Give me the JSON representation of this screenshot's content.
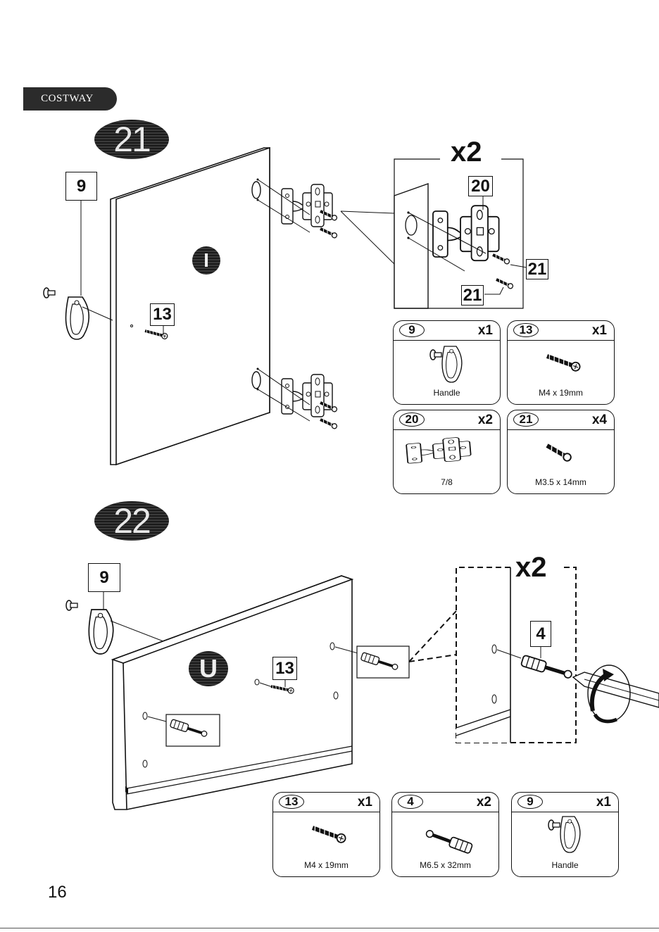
{
  "brand": "COSTWAY",
  "page_number": "16",
  "step21": {
    "number": "21",
    "callouts": {
      "handle": "9",
      "screw": "13",
      "hinge": "20",
      "hinge_screw_a": "21",
      "hinge_screw_b": "21"
    },
    "panel_letter": "I",
    "detail_multiplier": "x2",
    "parts": [
      {
        "num": "9",
        "qty": "x1",
        "name": "Handle"
      },
      {
        "num": "13",
        "qty": "x1",
        "name": "M4 x 19mm"
      },
      {
        "num": "20",
        "qty": "x2",
        "name": "7/8"
      },
      {
        "num": "21",
        "qty": "x4",
        "name": "M3.5 x 14mm"
      }
    ]
  },
  "step22": {
    "number": "22",
    "callouts": {
      "handle": "9",
      "screw": "13",
      "cam_bolt": "4"
    },
    "panel_letter": "U",
    "detail_multiplier": "x2",
    "parts": [
      {
        "num": "13",
        "qty": "x1",
        "name": "M4 x 19mm"
      },
      {
        "num": "4",
        "qty": "x2",
        "name": "M6.5 x 32mm"
      },
      {
        "num": "9",
        "qty": "x1",
        "name": "Handle"
      }
    ]
  }
}
